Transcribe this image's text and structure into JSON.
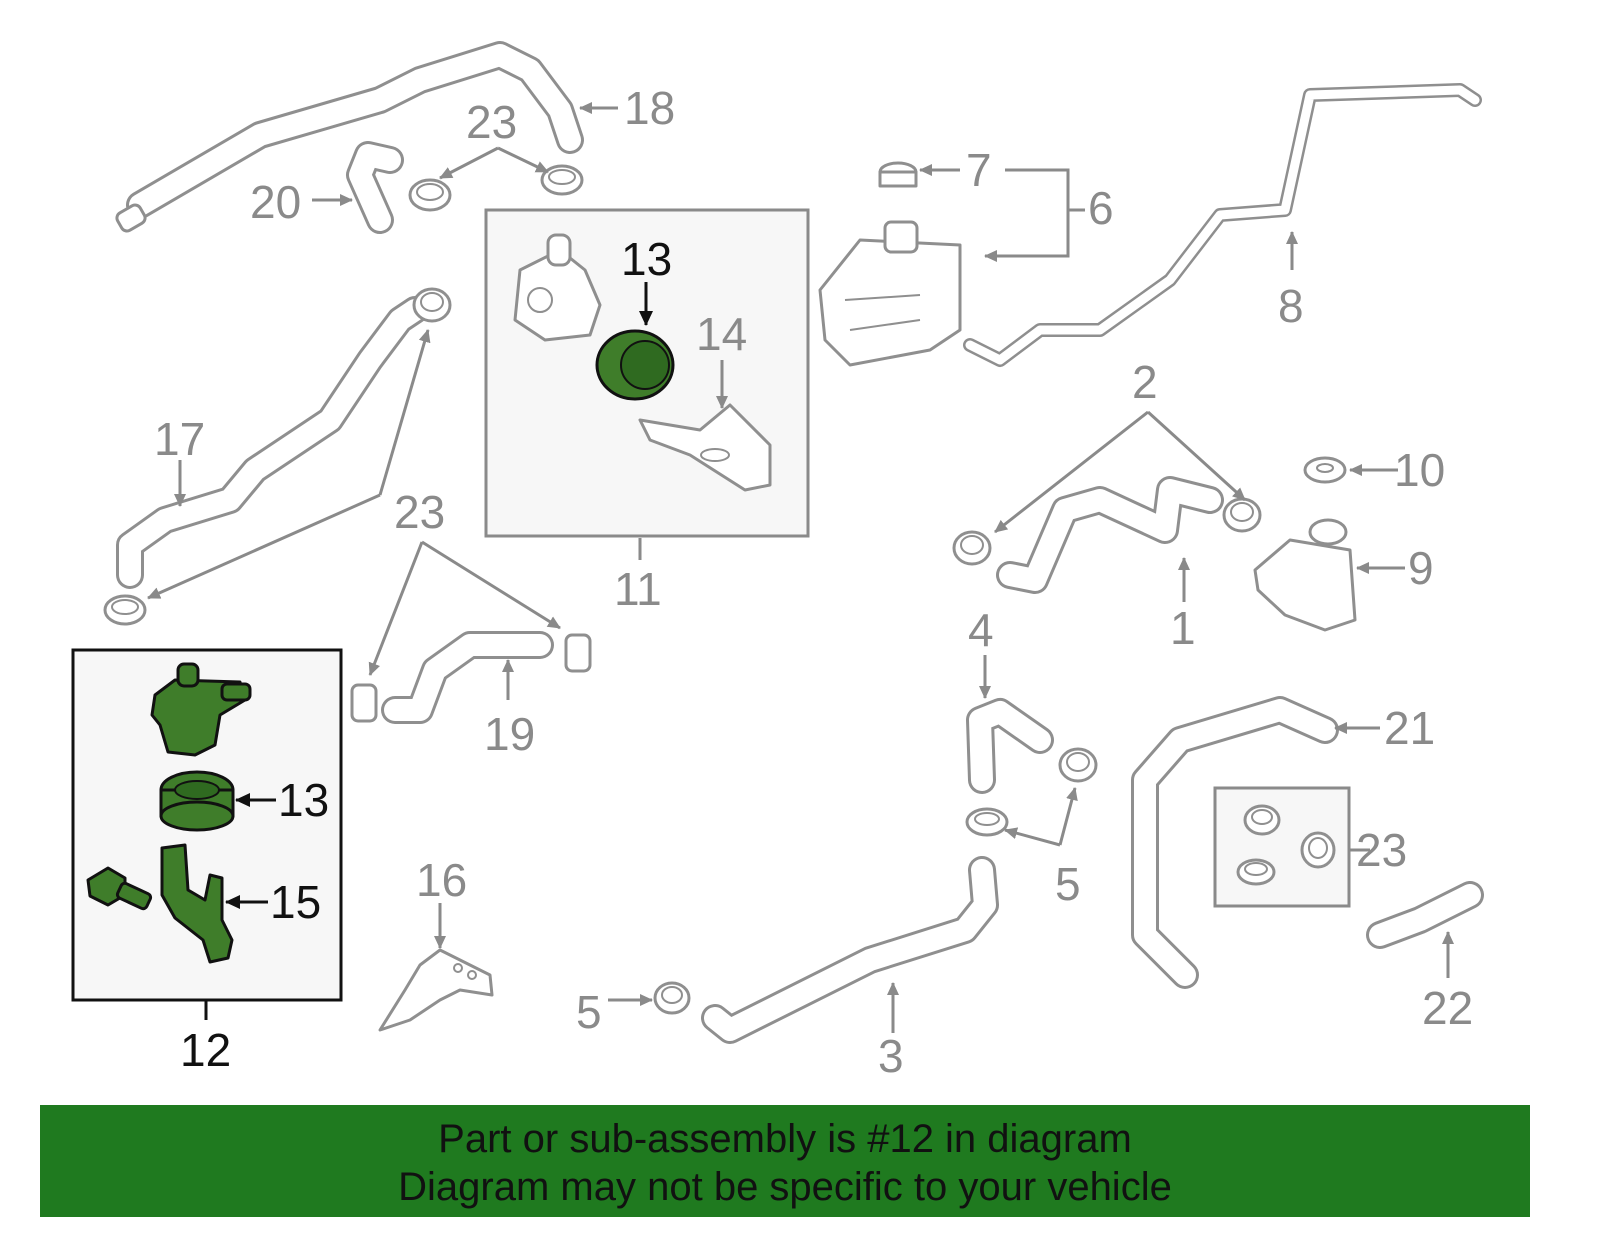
{
  "banner": {
    "line1": "Part or sub-assembly is #12 in diagram",
    "line2": "Diagram may not be specific to your vehicle"
  },
  "colors": {
    "highlight_green": "#3f7d2a",
    "banner_green": "#1f7a1f",
    "line_gray": "#8f8f8f"
  },
  "callouts": {
    "c1": "1",
    "c2": "2",
    "c3": "3",
    "c4": "4",
    "c5a": "5",
    "c5b": "5",
    "c6": "6",
    "c7": "7",
    "c8": "8",
    "c9": "9",
    "c10": "10",
    "c11": "11",
    "c12": "12",
    "c13a": "13",
    "c13b": "13",
    "c14": "14",
    "c15": "15",
    "c16": "16",
    "c17": "17",
    "c18": "18",
    "c19": "19",
    "c20": "20",
    "c21": "21",
    "c22": "22",
    "c23a": "23",
    "c23b": "23",
    "c23c": "23"
  }
}
